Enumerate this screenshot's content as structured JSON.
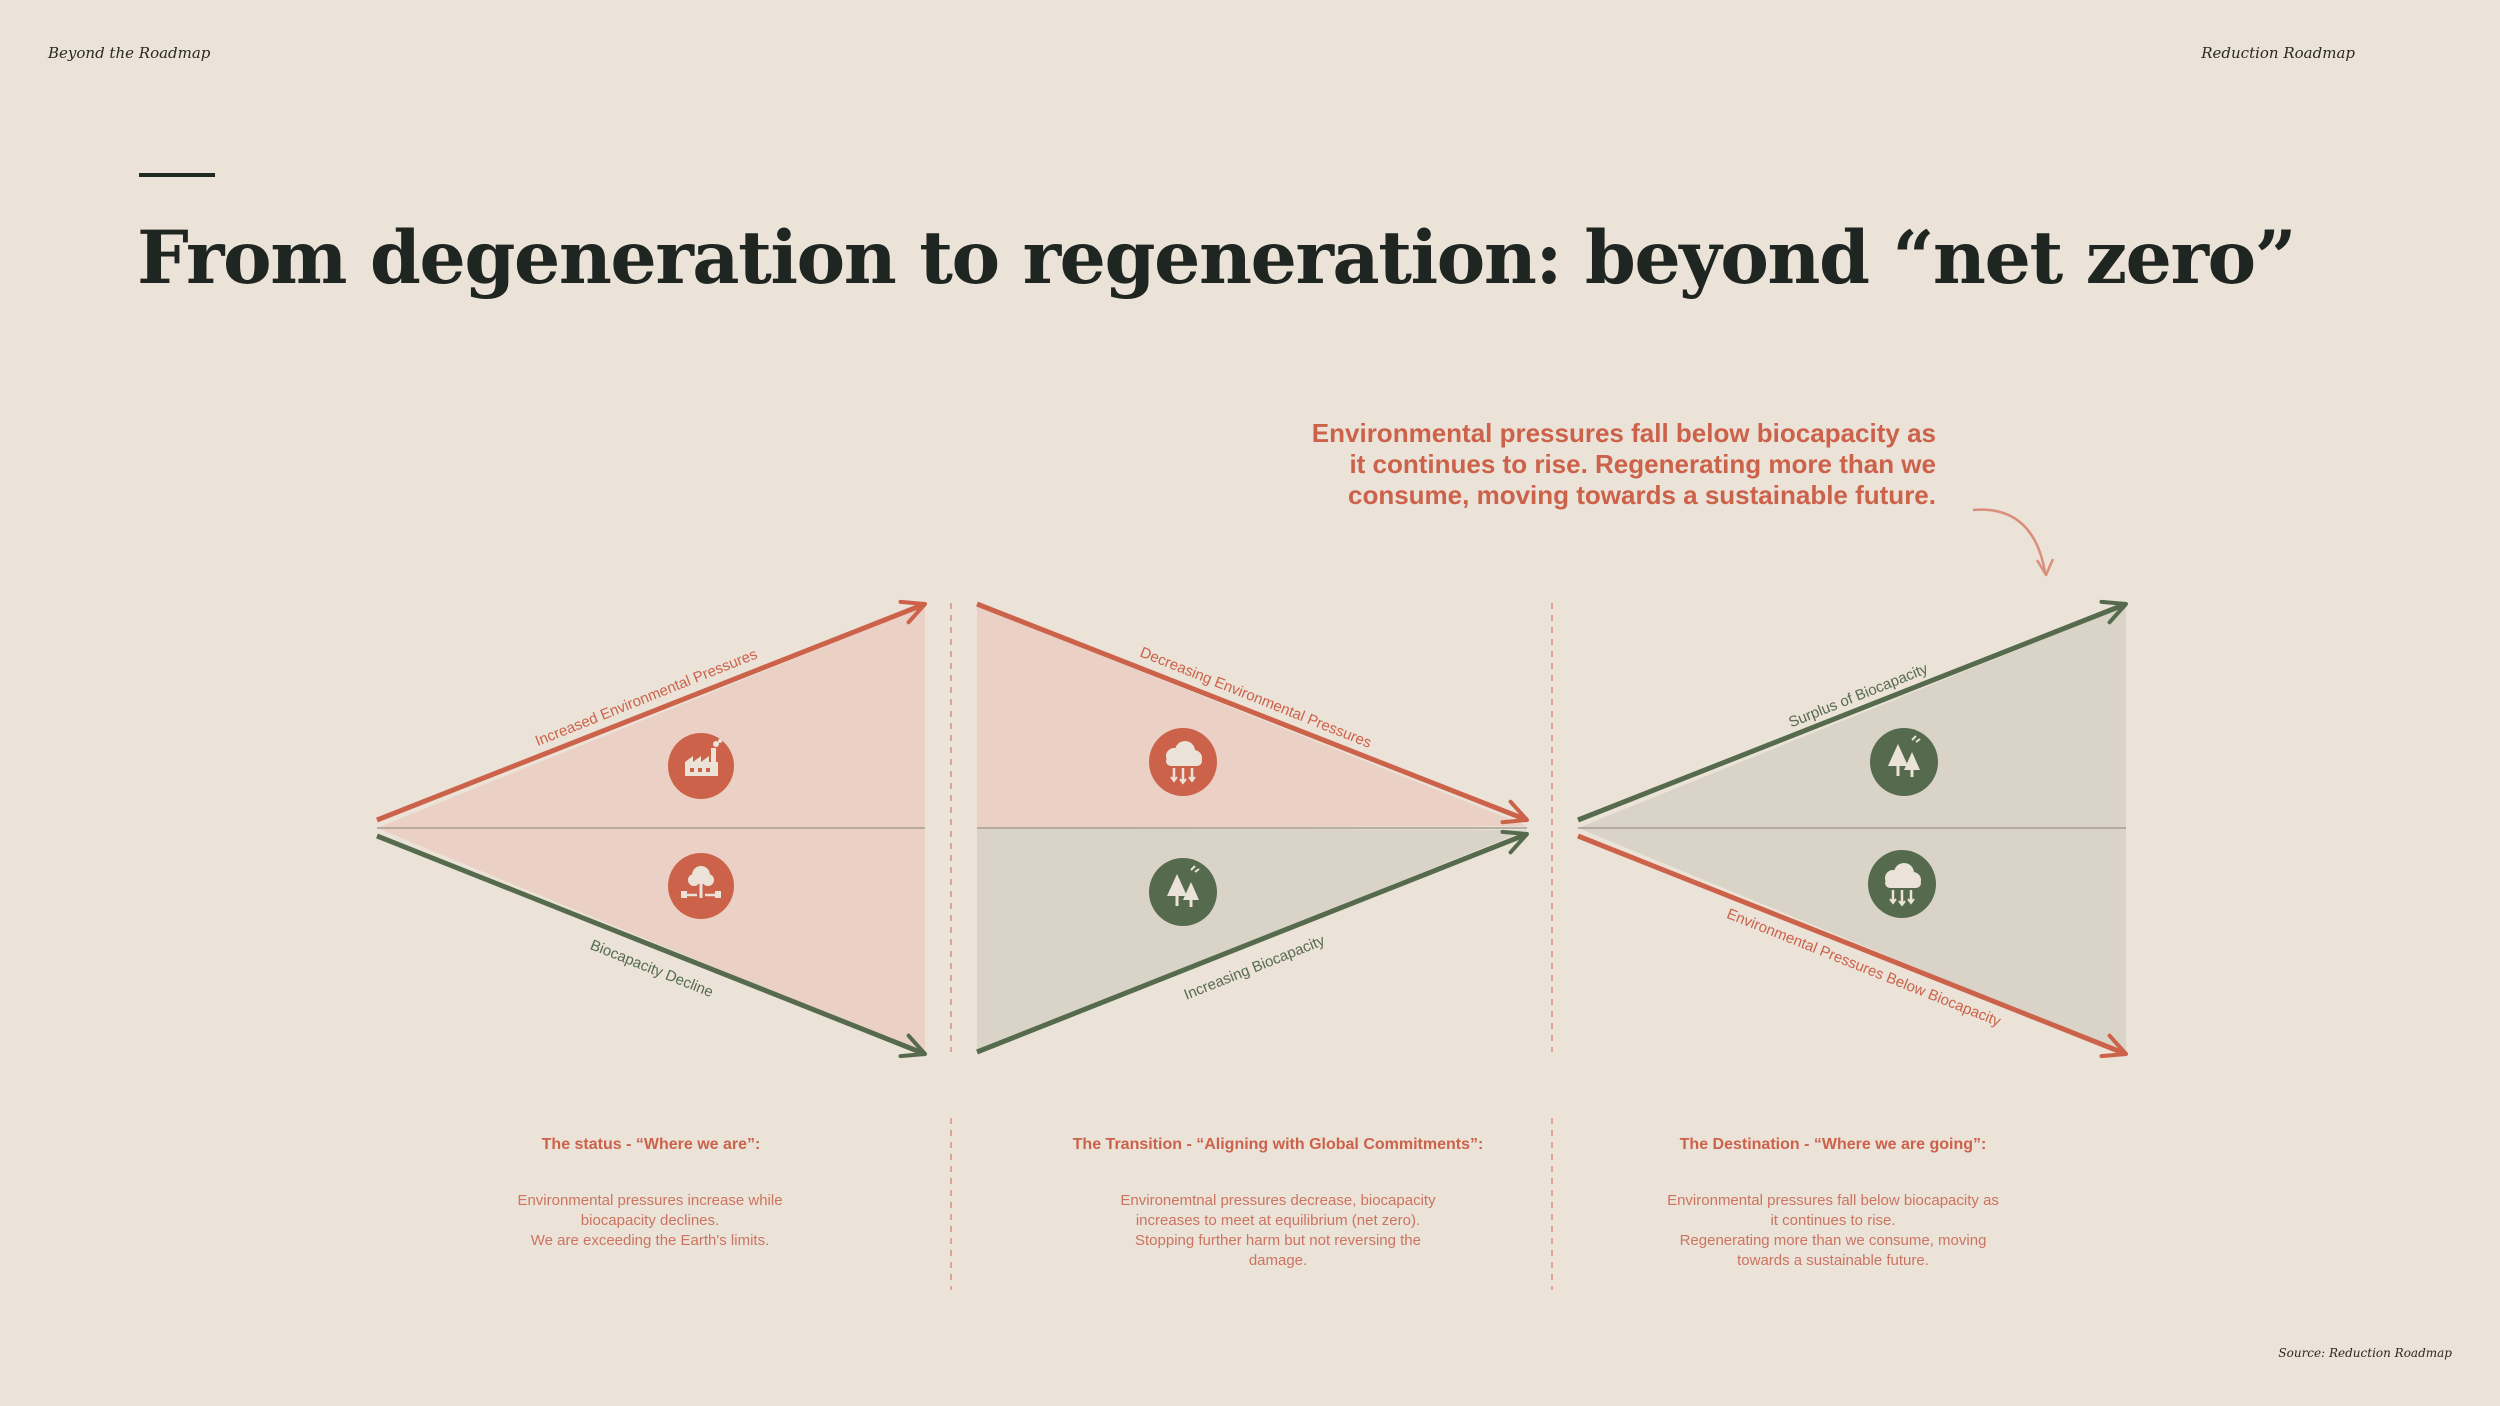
{
  "header": {
    "left": "Beyond the Roadmap",
    "right": "Reduction Roadmap"
  },
  "title": "From degeneration to regeneration: beyond “net zero”",
  "callout": "Environmental pressures fall below biocapacity as it continues to rise. Regenerating more than we consume, moving towards a sustainable future.",
  "colors": {
    "terracotta": "#cc624a",
    "green": "#566b4e",
    "background": "#ebe2d8",
    "pink_fill": "#ead0c5",
    "gray_fill": "#d9d4c7"
  },
  "panels": [
    {
      "top_label": "Increased Environmental Pressures",
      "bottom_label": "Biocapacity Decline",
      "icons": [
        "factory-icon",
        "deforestation-icon"
      ],
      "heading": "The status - “Where we are”:",
      "body": [
        "Environmental pressures increase while",
        "biocapacity declines.",
        "We are exceeding the Earth's limits."
      ]
    },
    {
      "top_label": "Decreasing Environmental Pressures",
      "bottom_label": "Increasing Biocapacity",
      "icons": [
        "pollution-cloud-icon",
        "forest-icon"
      ],
      "heading": "The Transition - “Aligning with Global Commitments”:",
      "body": [
        "Environemtnal pressures decrease, biocapacity",
        "increases to meet at equilibrium (net zero).",
        "Stopping further harm but not reversing the",
        "damage."
      ]
    },
    {
      "top_label": "Surplus of Biocapacity",
      "bottom_label": "Environmental Pressures Below Biocapacity",
      "icons": [
        "forest-icon",
        "pollution-cloud-icon"
      ],
      "heading": "The Destination - “Where we are going”:",
      "body": [
        "Environmental pressures fall below biocapacity as",
        "it continues to rise.",
        "Regenerating more than we consume, moving",
        "towards a sustainable future."
      ]
    }
  ],
  "source": "Source: Reduction Roadmap"
}
